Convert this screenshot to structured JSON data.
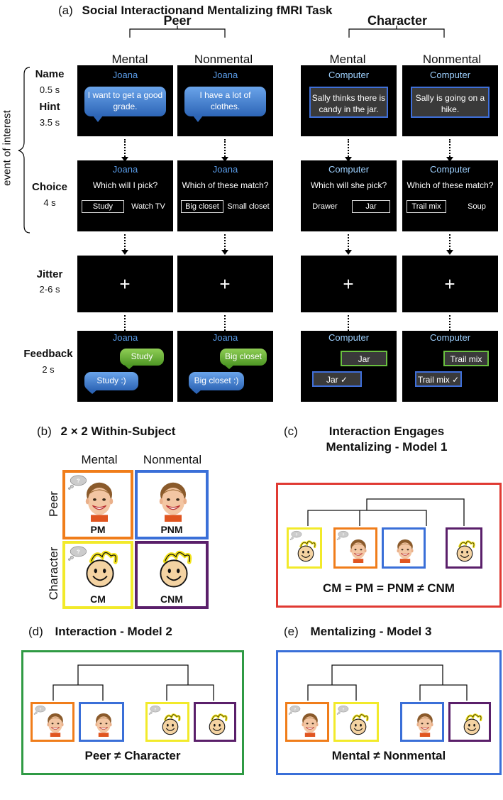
{
  "panel_a": {
    "label": "(a)",
    "title": "Social Interactionand Mentalizing fMRI Task",
    "peer": "Peer",
    "character": "Character",
    "mental": "Mental",
    "nonmental": "Nonmental",
    "side_label": "event of interest",
    "rows": {
      "name": "Name",
      "name_time": "0.5 s",
      "hint": "Hint",
      "hint_time": "3.5 s",
      "choice": "Choice",
      "choice_time": "4 s",
      "jitter": "Jitter",
      "jitter_time": "2-6 s",
      "feedback": "Feedback",
      "feedback_time": "2 s"
    },
    "peer_name": "Joana",
    "char_name": "Computer",
    "hints": {
      "pm": "I want to get a good grade.",
      "pnm": "I have a lot of clothes.",
      "cm": "Sally thinks there is candy in the jar.",
      "cnm": "Sally is going on a hike."
    },
    "choices": {
      "pm": {
        "question": "Which will I pick?",
        "left": "Study",
        "right": "Watch TV"
      },
      "pnm": {
        "question": "Which of these match?",
        "left": "Big closet",
        "right": "Small closet"
      },
      "cm": {
        "question": "Which will she pick?",
        "left": "Drawer",
        "right": "Jar"
      },
      "cnm": {
        "question": "Which of these match?",
        "left": "Trail mix",
        "right": "Soup"
      }
    },
    "jitter_symbol": "+",
    "feedback": {
      "pm": {
        "top": "Study",
        "bottom": "Study   :)"
      },
      "pnm": {
        "top": "Big closet",
        "bottom": "Big closet  :)"
      },
      "cm": {
        "top": "Jar",
        "bottom": "Jar  ✓"
      },
      "cnm": {
        "top": "Trail mix",
        "bottom": "Trail mix ✓"
      }
    }
  },
  "panel_b": {
    "label": "(b)",
    "title": "2 × 2  Within-Subject",
    "mental": "Mental",
    "nonmental": "Nonmental",
    "peer": "Peer",
    "character": "Character",
    "pm": "PM",
    "pnm": "PNM",
    "cm": "CM",
    "cnm": "CNM"
  },
  "panel_c": {
    "label": "(c)",
    "title1": "Interaction Engages",
    "title2": "Mentalizing - Model 1",
    "equation": "CM = PM = PNM ≠ CNM"
  },
  "panel_d": {
    "label": "(d)",
    "title": "Interaction - Model 2",
    "equation": "Peer ≠ Character"
  },
  "panel_e": {
    "label": "(e)",
    "title": "Mentalizing - Model 3",
    "equation": "Mental ≠ Nonmental"
  },
  "colors": {
    "orange": "#f07d1a",
    "blue": "#3a6fd8",
    "yellow": "#f2ea2a",
    "purple": "#5a1f6a",
    "red": "#e03a33",
    "green": "#2f9a44"
  }
}
